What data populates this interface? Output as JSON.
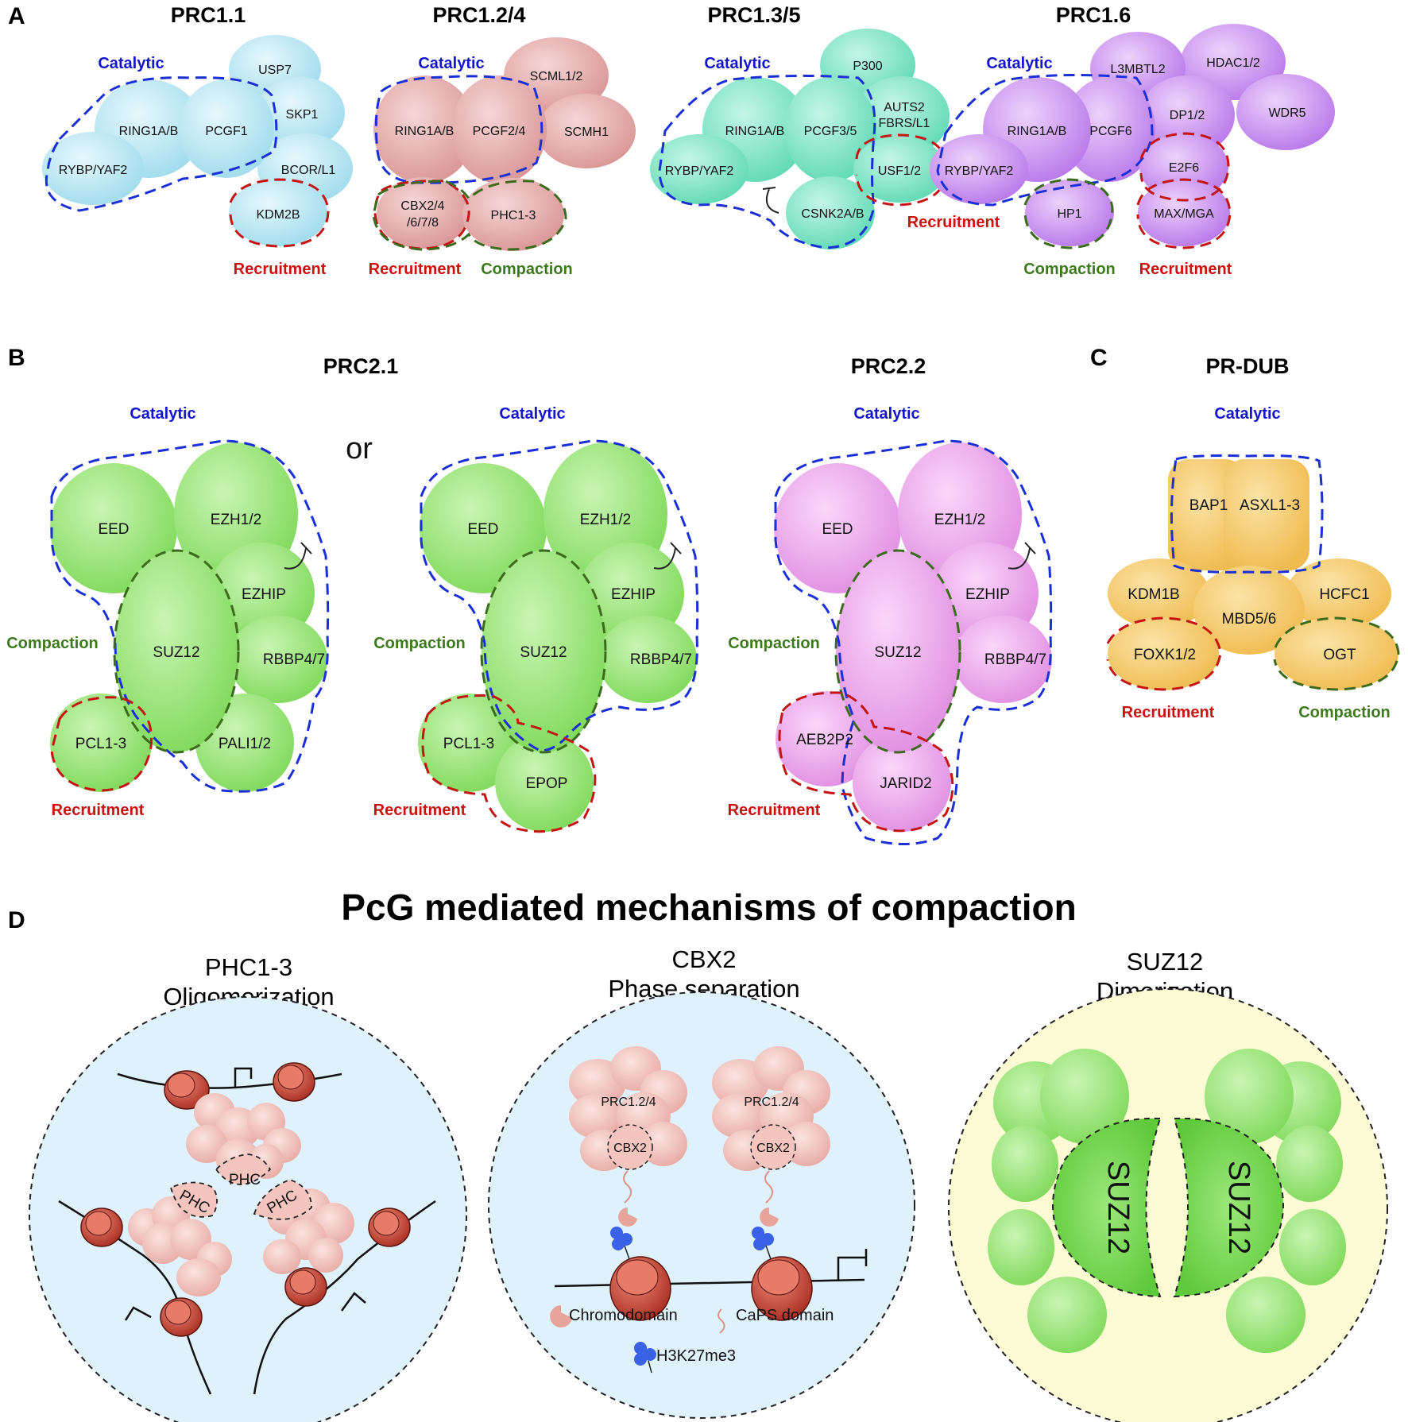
{
  "panel_letters": {
    "a": "A",
    "b": "B",
    "c": "C",
    "d": "D"
  },
  "roles": {
    "catalytic": "Catalytic",
    "recruitment": "Recruitment",
    "compaction": "Compaction"
  },
  "connector_or": "or",
  "prc1_1": {
    "title": "PRC1.1",
    "subunits": [
      "USP7",
      "RING1A/B",
      "PCGF1",
      "SKP1",
      "RYBP/YAF2",
      "BCOR/L1",
      "KDM2B"
    ]
  },
  "prc1_24": {
    "title": "PRC1.2/4",
    "subunits": [
      "SCML1/2",
      "RING1A/B",
      "PCGF2/4",
      "SCMH1",
      "CBX2/4",
      "/6/7/8",
      "PHC1-3"
    ]
  },
  "prc1_35": {
    "title": "PRC1.3/5",
    "subunits": [
      "P300",
      "RING1A/B",
      "PCGF3/5",
      "AUTS2",
      "FBRS/L1",
      "RYBP/YAF2",
      "USF1/2",
      "CSNK2A/B"
    ]
  },
  "prc1_6": {
    "title": "PRC1.6",
    "subunits": [
      "L3MBTL2",
      "HDAC1/2",
      "RING1A/B",
      "PCGF6",
      "DP1/2",
      "WDR5",
      "RYBP/YAF2",
      "E2F6",
      "HP1",
      "MAX/MGA"
    ]
  },
  "prc2_1": {
    "title": "PRC2.1",
    "subunits": [
      "EED",
      "EZH1/2",
      "EZHIP",
      "SUZ12",
      "RBBP4/7",
      "PCL1-3",
      "PALI1/2",
      "EPOP"
    ]
  },
  "prc2_2": {
    "title": "PRC2.2",
    "subunits": [
      "EED",
      "EZH1/2",
      "EZHIP",
      "SUZ12",
      "RBBP4/7",
      "AEB2P2",
      "JARID2"
    ]
  },
  "pr_dub": {
    "title": "PR-DUB",
    "subunits": [
      "BAP1",
      "ASXL1-3",
      "KDM1B",
      "HCFC1",
      "MBD5/6",
      "FOXK1/2",
      "OGT"
    ]
  },
  "compaction": {
    "title": "PcG mediated mechanisms of compaction",
    "phc": {
      "line1": "PHC1-3",
      "line2": "Oligomerization",
      "label": "PHC"
    },
    "cbx2": {
      "line1": "CBX2",
      "line2": "Phase separation",
      "complex": "PRC1.2/4",
      "domain": "CBX2",
      "legend_chromo": "Chromodomain",
      "legend_caps": "CaPS domain",
      "legend_mark": "H3K27me3"
    },
    "suz12": {
      "line1": "SUZ12",
      "line2": "Dimerization",
      "label": "SUZ12"
    }
  },
  "colors": {
    "prc1_1": "#a8e2f0",
    "prc1_24": "#e1a3a3",
    "prc1_35": "#72e0c0",
    "prc1_6": "#c283ee",
    "prc2_green": "#8fe06a",
    "prc2_2": "#e89ae8",
    "pr_dub": "#f3c460",
    "catalytic": "#1a2fd6",
    "recruitment": "#c41414",
    "compaction": "#3c6b1e",
    "bg_blue": "#dff1fb",
    "bg_yellow": "#fdfbd4"
  }
}
